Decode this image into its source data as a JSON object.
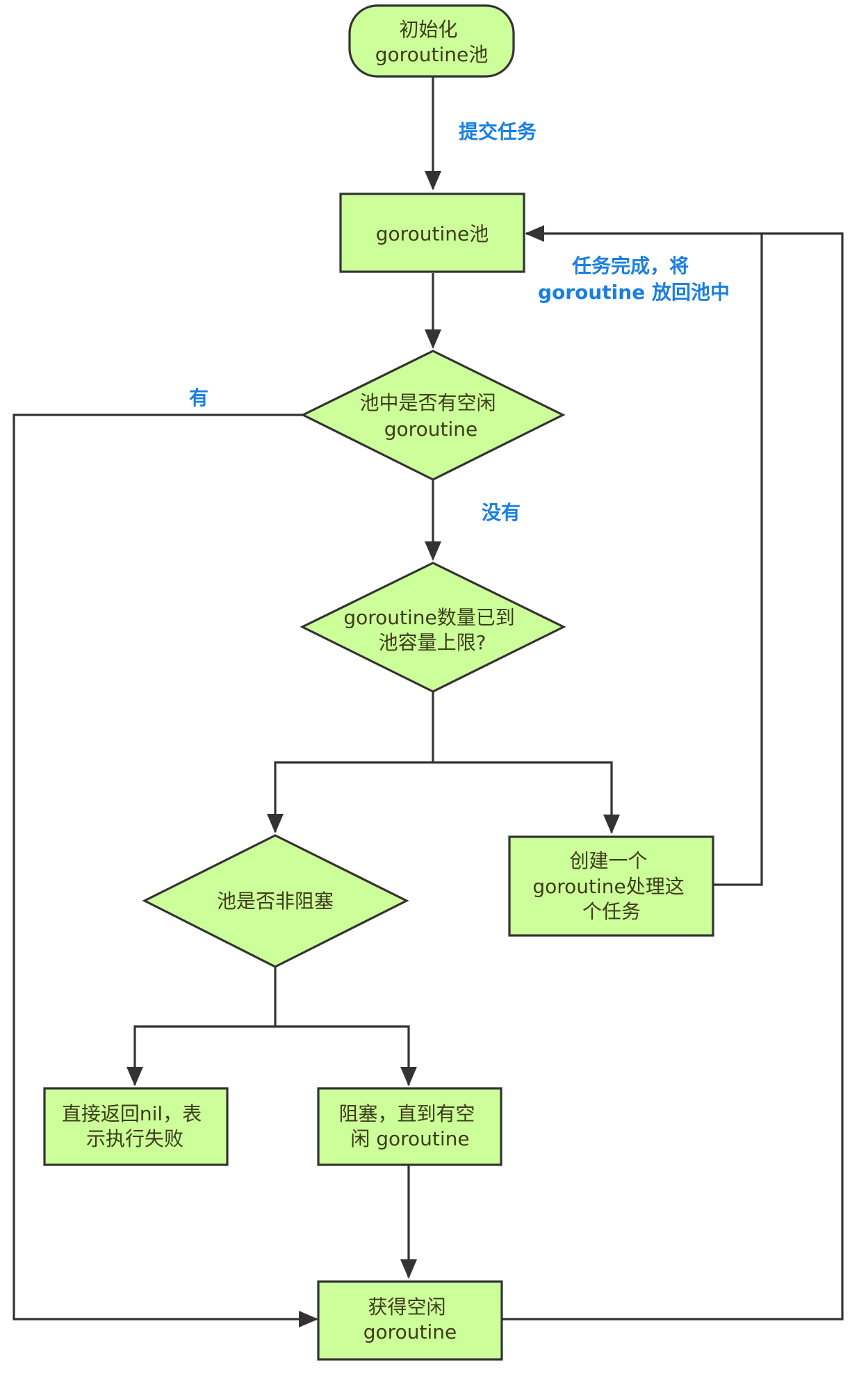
{
  "nodes": {
    "start": {
      "lines": [
        "初始化",
        "goroutine池"
      ]
    },
    "pool": {
      "lines": [
        "goroutine池"
      ]
    },
    "idle_check": {
      "lines": [
        "池中是否有空闲",
        "goroutine"
      ]
    },
    "capacity_check": {
      "lines": [
        "goroutine数量已到",
        "池容量上限?"
      ]
    },
    "nonblocking_check": {
      "lines": [
        "池是否非阻塞"
      ]
    },
    "create_worker": {
      "lines": [
        "创建一个",
        "goroutine处理这",
        "个任务"
      ]
    },
    "return_nil": {
      "lines": [
        "直接返回nil，表",
        "示执行失败"
      ]
    },
    "block_wait": {
      "lines": [
        "阻塞，直到有空",
        "闲 goroutine"
      ]
    },
    "get_idle": {
      "lines": [
        "获得空闲",
        "goroutine"
      ]
    }
  },
  "edge_labels": {
    "submit": [
      "提交任务"
    ],
    "yes": [
      "有"
    ],
    "no": [
      "没有"
    ],
    "return_to_pool": [
      "任务完成，将",
      "goroutine 放回池中"
    ]
  },
  "colors": {
    "node_fill": "#ccff99",
    "node_stroke": "#333333",
    "edge_label": "#1a7fe0",
    "node_text": "#3d3d1a"
  }
}
